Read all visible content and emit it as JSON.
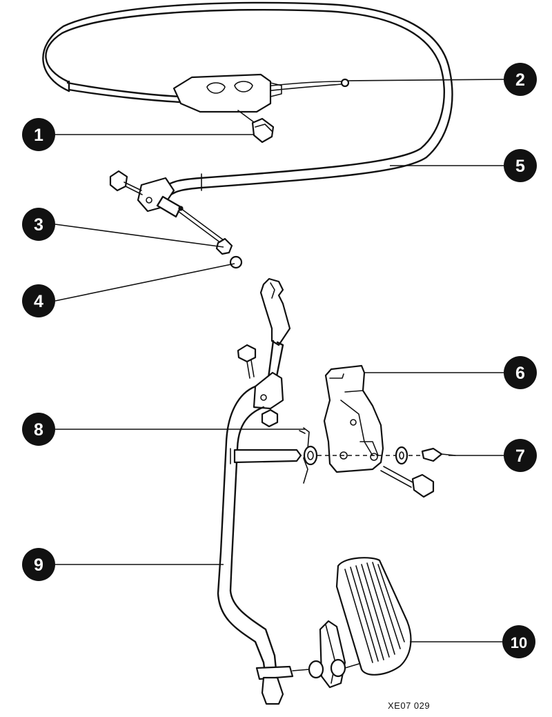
{
  "diagram": {
    "reference_code": "XE07 029",
    "callouts": [
      {
        "label": "1"
      },
      {
        "label": "2"
      },
      {
        "label": "3"
      },
      {
        "label": "4"
      },
      {
        "label": "5"
      },
      {
        "label": "6"
      },
      {
        "label": "7"
      },
      {
        "label": "8"
      },
      {
        "label": "9"
      },
      {
        "label": "10"
      }
    ]
  }
}
